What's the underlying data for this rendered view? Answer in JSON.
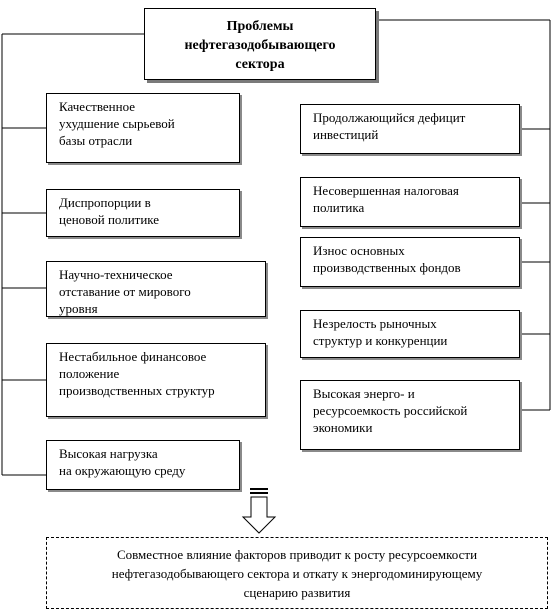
{
  "title": "Проблемы\nнефтегазодобывающего\nсектора",
  "left_factors": [
    "Качественное\nухудшение сырьевой\nбазы отрасли",
    "Диспропорции в\nценовой политике",
    "Научно-техническое\nотставание от мирового\nуровня",
    "Нестабильное финансовое\nположение\nпроизводственных структур",
    "Высокая нагрузка\nна окружающую среду"
  ],
  "right_factors": [
    "Продолжающийся дефицит\nинвестиций",
    "Несовершенная налоговая\nполитика",
    "Износ основных\nпроизводственных фондов",
    "Незрелость рыночных\nструктур и конкуренции",
    "Высокая энерго- и\nресурсоемкость российской\nэкономики"
  ],
  "conclusion": "Совместное влияние факторов приводит к росту ресурсоемкости\nнефтегазодобывающего сектора и откату к энергодоминирующему\nсценарию развития"
}
